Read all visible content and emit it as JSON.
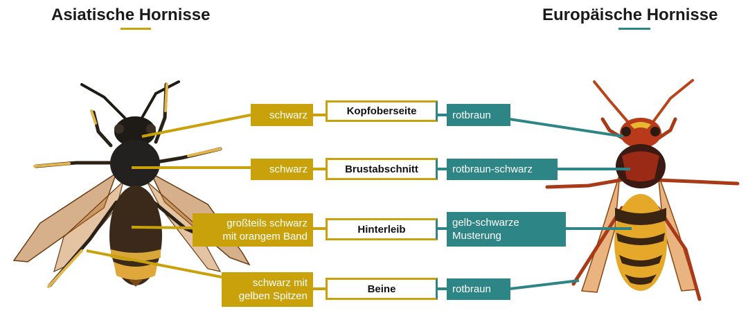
{
  "titles": {
    "left": "Asiatische Hornisse",
    "right": "Europäische Hornisse"
  },
  "colors": {
    "asian_accent": "#c8a10b",
    "european_accent": "#2e8585"
  },
  "rows": [
    {
      "feature": "Kopfoberseite",
      "asian": "schwarz",
      "european": "rotbraun"
    },
    {
      "feature": "Brustabschnitt",
      "asian": "schwarz",
      "european": "rotbraun-schwarz"
    },
    {
      "feature": "Hinterleib",
      "asian": "großteils schwarz\nmit orangem Band",
      "european": "gelb-schwarze\nMusterung"
    },
    {
      "feature": "Beine",
      "asian": "schwarz mit\ngelben Spitzen",
      "european": "rotbraun"
    }
  ]
}
